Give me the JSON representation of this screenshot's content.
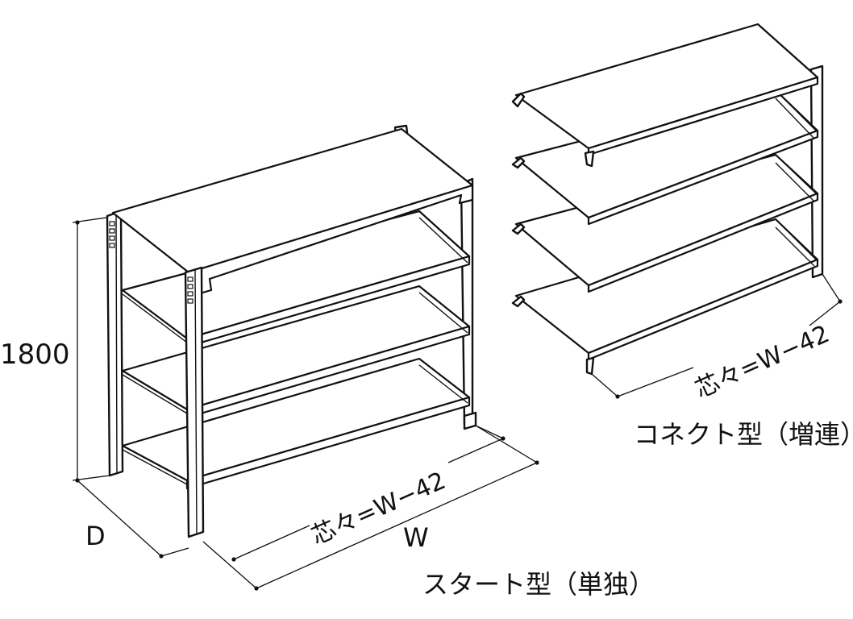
{
  "labels": {
    "height": "1800",
    "depth": "D",
    "width": "W",
    "pitch_start": "芯々=W−42",
    "pitch_connect": "芯々=W−42",
    "start_type": "スタート型（単独）",
    "connect_type": "コネクト型（増連）"
  }
}
